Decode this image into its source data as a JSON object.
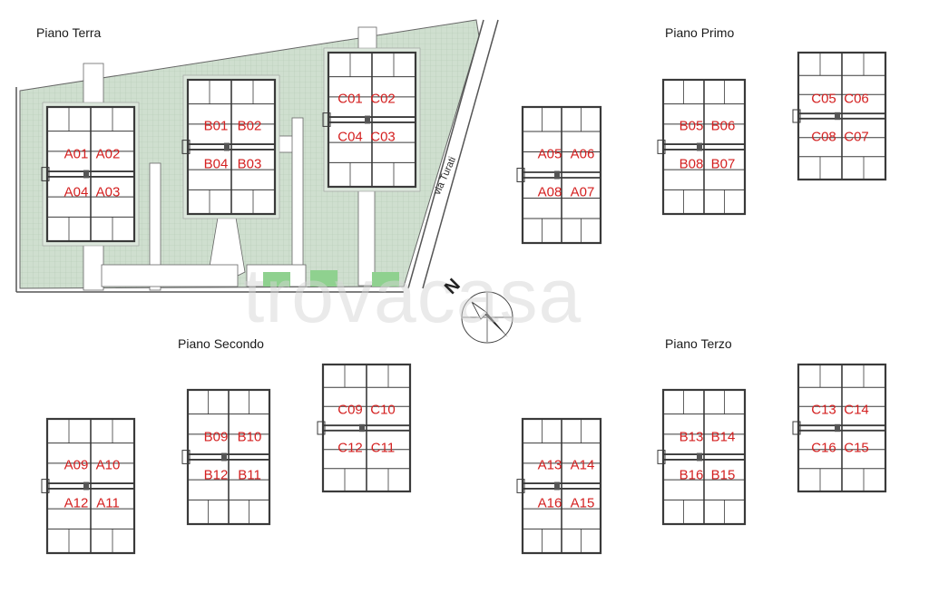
{
  "sections": {
    "ground": "Piano Terra",
    "first": "Piano Primo",
    "second": "Piano Secondo",
    "third": "Piano Terzo"
  },
  "street": "via Turati",
  "compass_label": "N",
  "watermark": "trovacasa",
  "units": {
    "ground": [
      "A01",
      "A02",
      "A04",
      "A03",
      "B01",
      "B02",
      "B04",
      "B03",
      "C01",
      "C02",
      "C04",
      "C03"
    ],
    "first": [
      "A05",
      "A06",
      "A08",
      "A07",
      "B05",
      "B06",
      "B08",
      "B07",
      "C05",
      "C06",
      "C08",
      "C07"
    ],
    "second": [
      "A09",
      "A10",
      "A12",
      "A11",
      "B09",
      "B10",
      "B12",
      "B11",
      "C09",
      "C10",
      "C12",
      "C11"
    ],
    "third": [
      "A13",
      "A14",
      "A16",
      "A15",
      "B13",
      "B14",
      "B16",
      "B15",
      "C13",
      "C14",
      "C16",
      "C15"
    ]
  },
  "colors": {
    "label": "#d42020",
    "green_area": "#c9dbc9",
    "wall": "#3a3a3a",
    "lawn": "#8fd18f"
  }
}
